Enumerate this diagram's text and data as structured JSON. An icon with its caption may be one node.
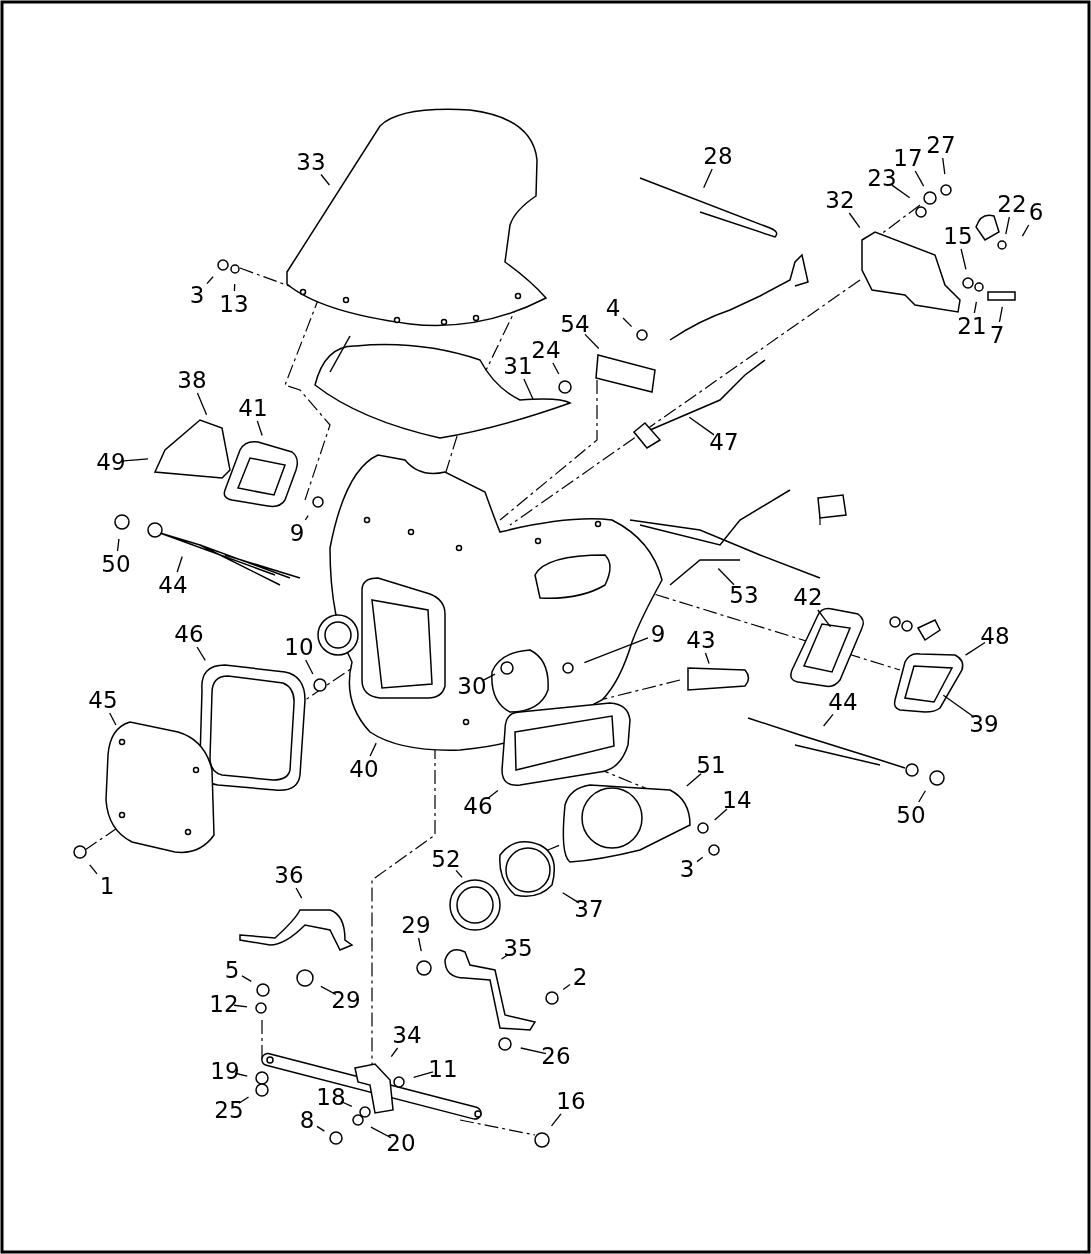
{
  "diagram": {
    "nodes": [
      {
        "text": [
          "33"
        ]
      },
      {
        "text": [
          "28"
        ]
      },
      {
        "text": [
          "27"
        ]
      },
      {
        "text": [
          "17"
        ]
      },
      {
        "text": [
          "23"
        ]
      },
      {
        "text": [
          "32"
        ]
      },
      {
        "text": [
          "22"
        ]
      },
      {
        "text": [
          "6"
        ]
      },
      {
        "text": [
          "15"
        ]
      },
      {
        "text": [
          "3"
        ]
      },
      {
        "text": [
          "13"
        ]
      },
      {
        "text": [
          "4"
        ]
      },
      {
        "text": [
          "54"
        ]
      },
      {
        "text": [
          "24"
        ]
      },
      {
        "text": [
          "31"
        ]
      },
      {
        "text": [
          "21"
        ]
      },
      {
        "text": [
          "7"
        ]
      },
      {
        "text": [
          "38"
        ]
      },
      {
        "text": [
          "41"
        ]
      },
      {
        "text": [
          "49"
        ]
      },
      {
        "text": [
          "47"
        ]
      },
      {
        "text": [
          "9"
        ]
      },
      {
        "text": [
          "50"
        ]
      },
      {
        "text": [
          "44"
        ]
      },
      {
        "text": [
          "53"
        ]
      },
      {
        "text": [
          "42"
        ]
      },
      {
        "text": [
          "46"
        ]
      },
      {
        "text": [
          "10"
        ]
      },
      {
        "text": [
          "9"
        ]
      },
      {
        "text": [
          "43"
        ]
      },
      {
        "text": [
          "48"
        ]
      },
      {
        "text": [
          "45"
        ]
      },
      {
        "text": [
          "30"
        ]
      },
      {
        "text": [
          "44"
        ]
      },
      {
        "text": [
          "39"
        ]
      },
      {
        "text": [
          "40"
        ]
      },
      {
        "text": [
          "51"
        ]
      },
      {
        "text": [
          "46"
        ]
      },
      {
        "text": [
          "14"
        ]
      },
      {
        "text": [
          "50"
        ]
      },
      {
        "text": [
          "3"
        ]
      },
      {
        "text": [
          "1"
        ]
      },
      {
        "text": [
          "52"
        ]
      },
      {
        "text": [
          "36"
        ]
      },
      {
        "text": [
          "37"
        ]
      },
      {
        "text": [
          "29"
        ]
      },
      {
        "text": [
          "35"
        ]
      },
      {
        "text": [
          "2"
        ]
      },
      {
        "text": [
          "5"
        ]
      },
      {
        "text": [
          "29"
        ]
      },
      {
        "text": [
          "12"
        ]
      },
      {
        "text": [
          "26"
        ]
      },
      {
        "text": [
          "34"
        ]
      },
      {
        "text": [
          "11"
        ]
      },
      {
        "text": [
          "19"
        ]
      },
      {
        "text": [
          "18"
        ]
      },
      {
        "text": [
          "25"
        ]
      },
      {
        "text": [
          "16"
        ]
      },
      {
        "text": [
          "8"
        ]
      },
      {
        "text": [
          "20"
        ]
      }
    ],
    "edges": [
      {
        "from": 0,
        "to": null,
        "arrow": "none"
      },
      {
        "from": 1,
        "to": null,
        "arrow": "none"
      },
      {
        "from": 2,
        "to": null,
        "arrow": "none"
      },
      {
        "from": 3,
        "to": null,
        "arrow": "none"
      },
      {
        "from": 4,
        "to": null,
        "arrow": "none"
      },
      {
        "from": 5,
        "to": null,
        "arrow": "none"
      },
      {
        "from": 6,
        "to": null,
        "arrow": "none"
      },
      {
        "from": 7,
        "to": null,
        "arrow": "none"
      },
      {
        "from": 8,
        "to": null,
        "arrow": "none"
      },
      {
        "from": 9,
        "to": null,
        "arrow": "none"
      },
      {
        "from": 10,
        "to": null,
        "arrow": "none"
      },
      {
        "from": 11,
        "to": null,
        "arrow": "none"
      },
      {
        "from": 12,
        "to": null,
        "arrow": "none"
      },
      {
        "from": 13,
        "to": null,
        "arrow": "none"
      },
      {
        "from": 14,
        "to": null,
        "arrow": "none"
      },
      {
        "from": 15,
        "to": null,
        "arrow": "none"
      },
      {
        "from": 16,
        "to": null,
        "arrow": "none"
      },
      {
        "from": 17,
        "to": null,
        "arrow": "none"
      },
      {
        "from": 18,
        "to": null,
        "arrow": "none"
      },
      {
        "from": 19,
        "to": null,
        "arrow": "none"
      },
      {
        "from": 20,
        "to": null,
        "arrow": "none"
      },
      {
        "from": 21,
        "to": null,
        "arrow": "none"
      },
      {
        "from": 22,
        "to": null,
        "arrow": "none"
      },
      {
        "from": 23,
        "to": null,
        "arrow": "none"
      },
      {
        "from": 24,
        "to": null,
        "arrow": "none"
      },
      {
        "from": 25,
        "to": null,
        "arrow": "none"
      },
      {
        "from": 26,
        "to": null,
        "arrow": "none"
      },
      {
        "from": 27,
        "to": null,
        "arrow": "none"
      },
      {
        "from": 28,
        "to": null,
        "arrow": "none"
      },
      {
        "from": 29,
        "to": null,
        "arrow": "none"
      },
      {
        "from": 30,
        "to": null,
        "arrow": "none"
      },
      {
        "from": 31,
        "to": null,
        "arrow": "none"
      },
      {
        "from": 32,
        "to": null,
        "arrow": "none"
      },
      {
        "from": 33,
        "to": null,
        "arrow": "none"
      },
      {
        "from": 34,
        "to": null,
        "arrow": "none"
      },
      {
        "from": 35,
        "to": null,
        "arrow": "none"
      },
      {
        "from": 36,
        "to": null,
        "arrow": "none"
      },
      {
        "from": 37,
        "to": null,
        "arrow": "none"
      },
      {
        "from": 38,
        "to": null,
        "arrow": "none"
      },
      {
        "from": 39,
        "to": null,
        "arrow": "none"
      },
      {
        "from": 40,
        "to": null,
        "arrow": "none"
      },
      {
        "from": 41,
        "to": null,
        "arrow": "none"
      },
      {
        "from": 42,
        "to": null,
        "arrow": "none"
      },
      {
        "from": 43,
        "to": null,
        "arrow": "none"
      },
      {
        "from": 44,
        "to": null,
        "arrow": "none"
      },
      {
        "from": 45,
        "to": null,
        "arrow": "none"
      },
      {
        "from": 46,
        "to": null,
        "arrow": "none"
      },
      {
        "from": 47,
        "to": null,
        "arrow": "none"
      },
      {
        "from": 48,
        "to": null,
        "arrow": "none"
      },
      {
        "from": 49,
        "to": null,
        "arrow": "none"
      },
      {
        "from": 50,
        "to": null,
        "arrow": "none"
      },
      {
        "from": 51,
        "to": null,
        "arrow": "none"
      },
      {
        "from": 52,
        "to": null,
        "arrow": "none"
      },
      {
        "from": 53,
        "to": null,
        "arrow": "none"
      },
      {
        "from": 54,
        "to": null,
        "arrow": "none"
      },
      {
        "from": 55,
        "to": null,
        "arrow": "none"
      },
      {
        "from": 56,
        "to": null,
        "arrow": "none"
      },
      {
        "from": 57,
        "to": null,
        "arrow": "none"
      },
      {
        "from": 58,
        "to": null,
        "arrow": "none"
      },
      {
        "from": 59,
        "to": null,
        "arrow": "none"
      }
    ]
  }
}
